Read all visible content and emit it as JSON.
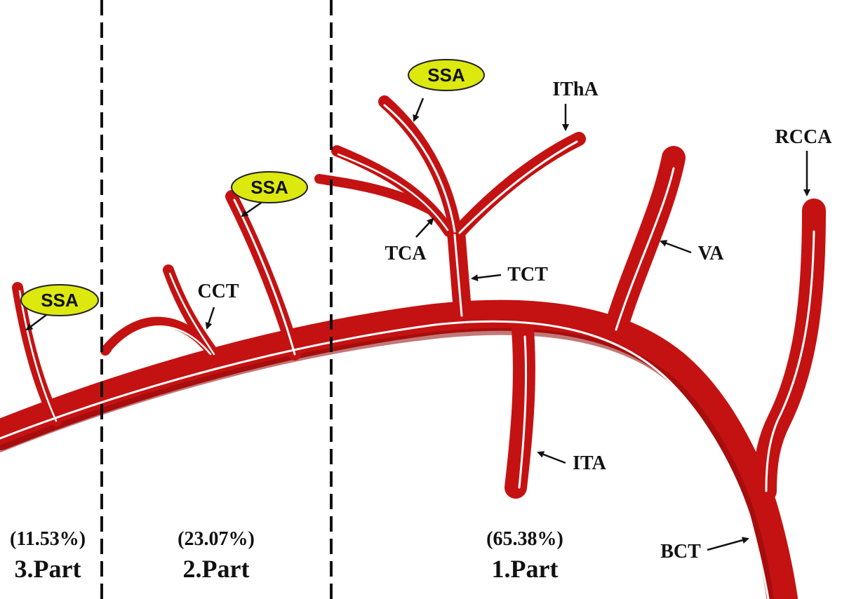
{
  "labels": {
    "ssa_part3": "SSA",
    "ssa_part2": "SSA",
    "ssa_part1": "SSA",
    "ctht": "IThA",
    "rcca": "RCCA",
    "cct": "CCT",
    "tca": "TCA",
    "tct": "TCT",
    "va": "VA",
    "ita": "ITA",
    "bct": "BCT"
  },
  "parts": [
    {
      "percent": "(11.53%)",
      "name": "3.Part"
    },
    {
      "percent": "(23.07%)",
      "name": "2.Part"
    },
    {
      "percent": "(65.38%)",
      "name": "1.Part"
    }
  ],
  "colors": {
    "artery": "#c41212",
    "artery_dark": "#8f0a0a",
    "highlight": "#ffffff",
    "ssa_badge_fill": "#dde80f",
    "ssa_badge_stroke": "#222222",
    "divider": "#111111",
    "text": "#111111"
  }
}
